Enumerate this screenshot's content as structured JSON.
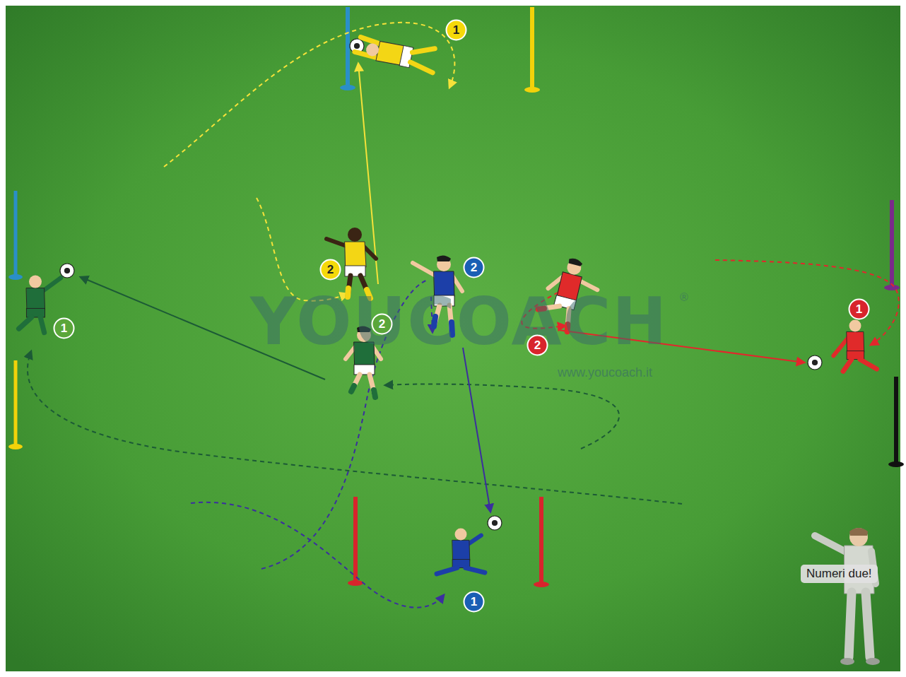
{
  "diagram": {
    "nodes": [
      {
        "text": [
          "1"
        ]
      },
      {
        "text": [
          "2"
        ]
      },
      {
        "text": [
          "2"
        ]
      },
      {
        "text": [
          "1"
        ]
      },
      {
        "text": [
          "2"
        ]
      },
      {
        "text": [
          "1"
        ]
      },
      {
        "text": [
          "2"
        ]
      },
      {
        "text": [
          "Numeri due!"
        ]
      },
      {
        "text": [
          "1"
        ]
      }
    ],
    "labels": [
      "YOUCOACH",
      "®",
      "www.youcoach.it"
    ]
  }
}
